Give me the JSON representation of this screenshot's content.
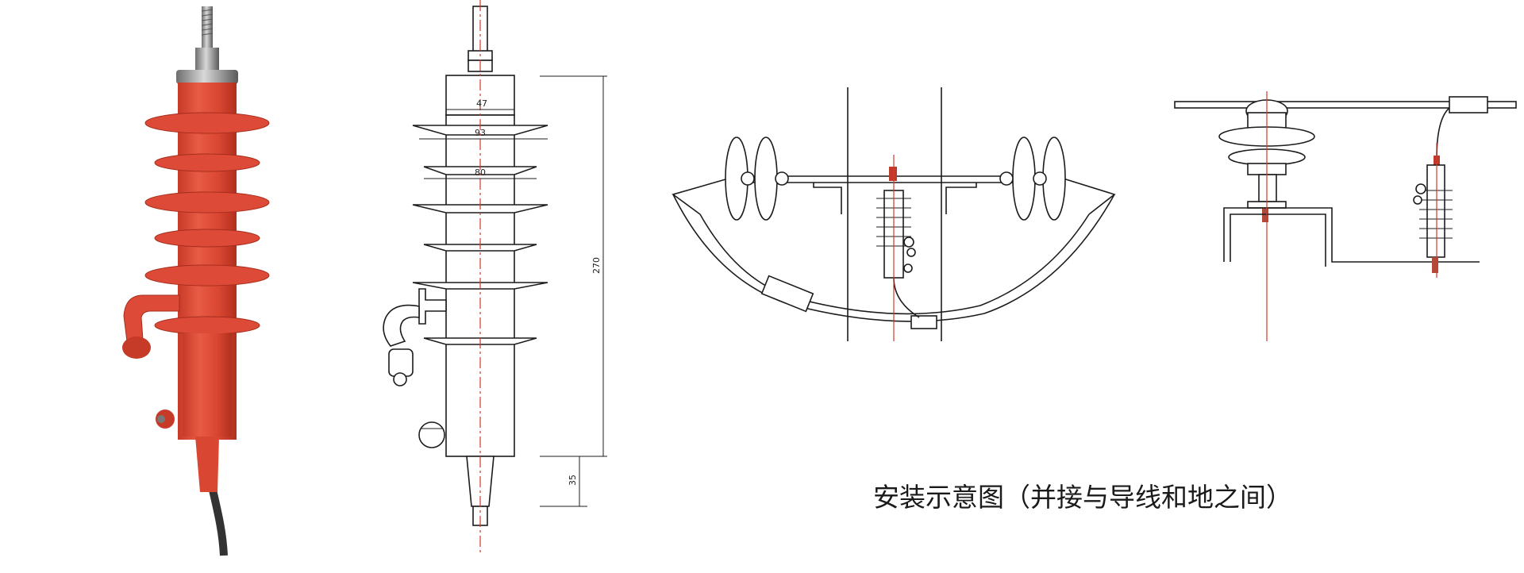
{
  "photo": {
    "subject": "arrester-photo"
  },
  "dimension_drawing": {
    "dimensions": [
      "47",
      "93",
      "80",
      "270",
      "35"
    ]
  },
  "installation": {
    "caption": "安装示意图（并接与导线和地之间）"
  },
  "colors": {
    "arrester_body": "#de4a38",
    "arrester_shadow": "#b8311f",
    "line_color": "#1c1c1c",
    "axis_color": "#d23a2a",
    "cable": "#333333"
  }
}
